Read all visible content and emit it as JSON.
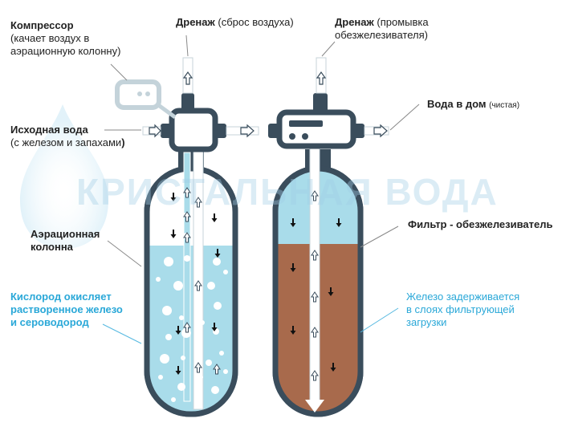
{
  "labels": {
    "compressor_title": "Компрессор",
    "compressor_line1": "(качает воздух в",
    "compressor_line2": "аэрационную колонну)",
    "drain1_title": "Дренаж",
    "drain1_note": "(сброс воздуха)",
    "drain2_title": "Дренаж",
    "drain2_note_line1": "(промывка",
    "drain2_note_line2": "обезжелезивателя)",
    "water_home_title": "Вода в дом",
    "water_home_note": "(чистая)",
    "source_title": "Исходная вода",
    "source_note_a": "(с железом и запахами",
    "source_note_b": ")",
    "aeration_line1": "Аэрационная",
    "aeration_line2": "колонна",
    "filter_title": "Фильтр - обезжелезиватель",
    "oxygen_line1": "Кислород окисляет",
    "oxygen_line2": "растворенное железо",
    "oxygen_line3": "и сероводород",
    "iron_line1": "Железо задерживается",
    "iron_line2": "в слоях фильтрующей",
    "iron_line3": "загрузки"
  },
  "watermark": "КРИСТАЛЬНАЯ ВОДА",
  "colors": {
    "outline": "#3a4d5c",
    "water": "#a9dcea",
    "sediment": "#a86a4c",
    "caption_blue": "#2aa8d8",
    "leader_blue": "#55b8e0"
  }
}
